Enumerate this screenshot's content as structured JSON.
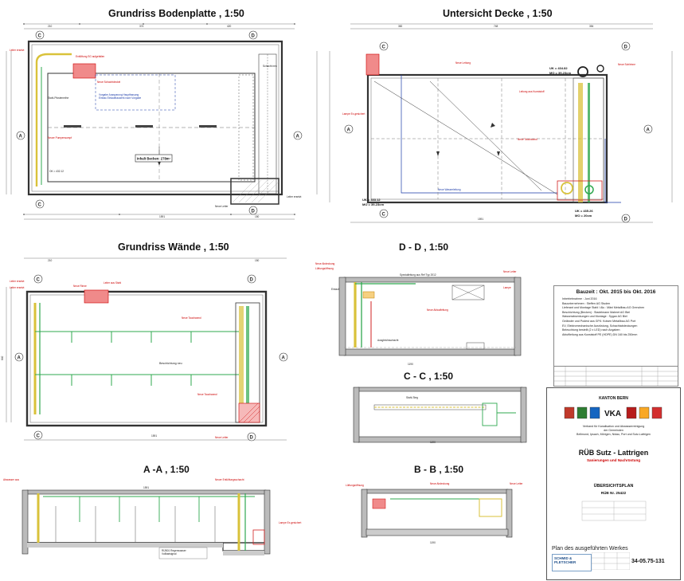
{
  "titles": {
    "grundriss_bodenplatte": "Grundriss Bodenplatte , 1:50",
    "untersicht_decke": "Untersicht Decke , 1:50",
    "grundriss_waende": "Grundriss Wände , 1:50",
    "dd": "D - D , 1:50",
    "cc": "C - C , 1:50",
    "aa": "A -A , 1:50",
    "bb": "B - B , 1:50"
  },
  "annotations": {
    "inhalt_becken": "Inhalt Becken: 278m³",
    "beschichtung_neu": "Beschichtung neu",
    "uk_1": "UK = 433.12",
    "mo_1": "MO = 39-23cm",
    "uk_2": "UK = 434.82",
    "mo_2": "MO = 39-23cm",
    "uk_3": "UK = 435.26",
    "mo_3": "MO = 20cm",
    "ok_1": "OK = 432.12",
    "ok_2": "OK = 432.12",
    "section_a": "A",
    "section_b": "B",
    "section_c": "C",
    "section_d": "D"
  },
  "info": {
    "bauzeit": "Bauzeit : Okt. 2015 bis Okt. 2016",
    "rows": [
      "Inbetriebnahme : Juni 2016",
      "Bauunternehmen : Steffen AG Studen",
      "Lieferant und Montage Stahl / Alu : Mäni Metallbau AG Grenchen",
      "Beschichtung (Becken) : Stadelmann Maleret AG Biel",
      "Wasserabsenkungen und Montage : Sygan AG Biel",
      "Geländer und Podest aus GFK: Kolsen Metallbau AG Port",
      "EV, Elektromechanische Ausrüstung, Schachtabdeckungen",
      "Beleuchtung bestellt (2 x LED) nach Angaben",
      "Abluftleitung aus Kunststoff PE (HDPE) DN 160 bis 250mm"
    ]
  },
  "title_block": {
    "canton": "KANTON BERN",
    "vka": "VKA",
    "org_line1": "Verband für Kanalisation und Abwasserreinigung",
    "org_line2": "der Gemeinden",
    "org_line3": "Bellmund, Ipsach, Mörigen, Nidau, Port und Sutz-Lattrigen",
    "project": "RÜB Sutz - Lattrigen",
    "subtitle": "Sanierungen und Nachrüstung",
    "plan_type": "ÜBERSICHTSPLAN",
    "rub_nr": "RÜB Nr. 25422",
    "plan_des": "Plan des ausgeführten Werkes",
    "company": "SCHMID & PLETSCHER",
    "drawing_no": "34-05.75-131"
  },
  "colors": {
    "line": "#333333",
    "pipe_green": "#2fa84f",
    "pipe_yellow": "#d9c23a",
    "red": "#d22020",
    "blue": "#1a3aa8",
    "hatch": "#888888",
    "red_fill": "#f08a8a"
  }
}
